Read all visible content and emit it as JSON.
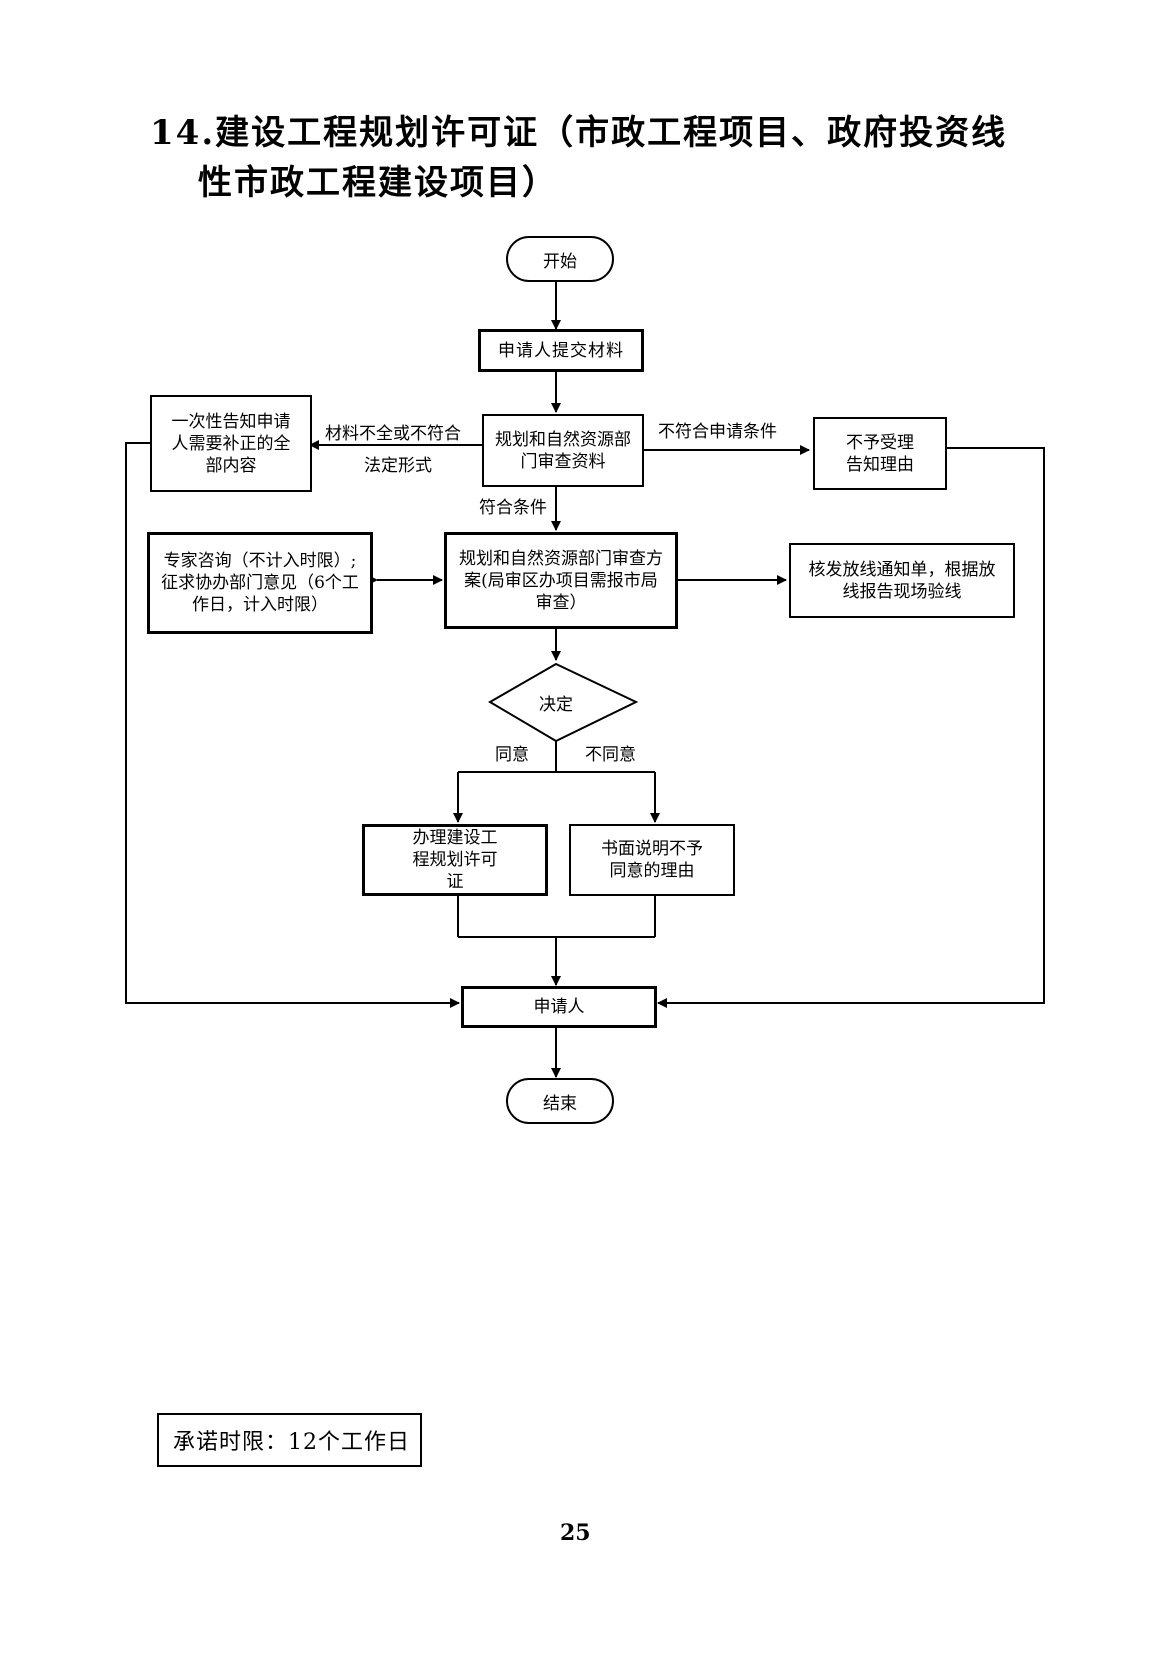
{
  "title": {
    "line1": "14.建设工程规划许可证（市政工程项目、政府投资线",
    "line2": "性市政工程建设项目）"
  },
  "nodes": {
    "start": "开始",
    "submit": "申请人提交材料",
    "review_docs": "规划和自然资源部门审查资料",
    "notify_supplement": "一次性告知申请人需要补正的全部内容",
    "reject_accept": "不予受理告知理由",
    "review_plan": "规划和自然资源部门审查方案(局审区办项目需报市局审查）",
    "expert": "专家咨询（不计入时限）;征求协办部门意见（6个工作日，计入时限）",
    "issue_notice": "核发放线通知单，根据放线报告现场验线",
    "decision": "决定",
    "permit": "办理建设工程规划许可证",
    "written_refusal": "书面说明不予同意的理由",
    "applicant": "申请人",
    "end": "结束"
  },
  "edge_labels": {
    "incomplete_line1": "材料不全或不符合",
    "incomplete_line2": "法定形式",
    "not_qualified": "不符合申请条件",
    "qualified": "符合条件",
    "agree": "同意",
    "disagree": "不同意"
  },
  "promise": "承诺时限：12个工作日",
  "page_number": "25"
}
